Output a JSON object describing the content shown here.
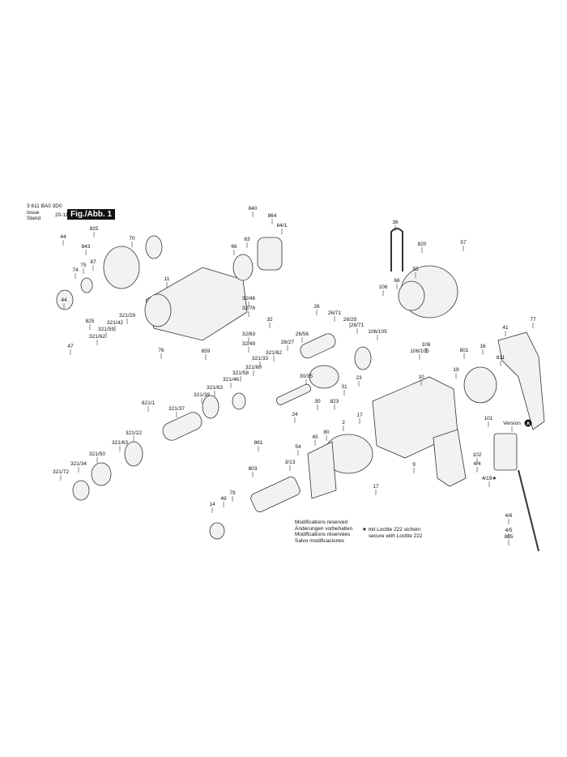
{
  "header": {
    "doc_number": "3 611 BA0 3D0",
    "issue_label": "Issue",
    "stand_label": "Stand",
    "date": "20-11-20",
    "figure": "Fig./Abb. 1"
  },
  "notes": {
    "modifications": [
      "Modifications reserved",
      "Änderungen vorbehalten",
      "Modifications réservées",
      "Salvo modificaciones"
    ],
    "loctite_star": "★",
    "loctite": [
      "mit Loctite 222 sichern",
      "secure with Loctite 222"
    ]
  },
  "version_badge": "A",
  "part_labels": [
    "840",
    "864",
    "64/1",
    "63",
    "66",
    "825",
    "44",
    "843",
    "70",
    "87",
    "75",
    "74",
    "44",
    "11",
    "825",
    "321/29",
    "321/42",
    "321/59",
    "321/62",
    "47",
    "76",
    "32/46",
    "32/76",
    "32",
    "32/83",
    "32/49",
    "659",
    "321/62",
    "321/33",
    "321/60",
    "321/58",
    "321/46",
    "321/63",
    "321/38",
    "821/1",
    "321/37",
    "321/22",
    "321/63",
    "321/50",
    "321/34",
    "321/72",
    "36",
    "820",
    "57",
    "55",
    "66",
    "106",
    "106/105",
    "106",
    "106/105",
    "26",
    "26/71",
    "26/29",
    "26/71",
    "26/56",
    "26/27",
    "30/35",
    "31",
    "23",
    "30",
    "823",
    "24",
    "861",
    "17",
    "2",
    "80",
    "45",
    "54",
    "3/13",
    "803",
    "49",
    "79",
    "14",
    "17",
    "10",
    "801",
    "16",
    "811",
    "19",
    "9",
    "101",
    "Version",
    "102",
    "4/4",
    "4/19★",
    "4/6",
    "4/5",
    "805",
    "41",
    "77"
  ]
}
